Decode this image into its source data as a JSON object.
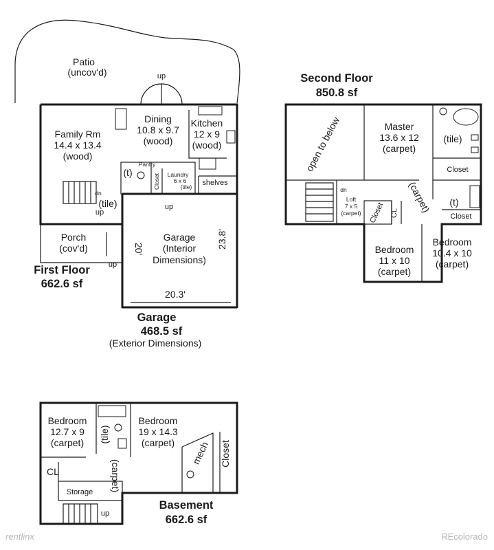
{
  "first_floor": {
    "title": "First Floor",
    "area": "662.6 sf",
    "patio": {
      "name": "Patio",
      "note": "(uncov'd)",
      "up": "up"
    },
    "family": {
      "name": "Family Rm",
      "dims": "14.4 x 13.4",
      "material": "(wood)"
    },
    "dining": {
      "name": "Dining",
      "dims": "10.8 x 9.7",
      "material": "(wood)"
    },
    "kitchen": {
      "name": "Kitchen",
      "dims": "12 x 9",
      "material": "(wood)"
    },
    "pantry": "Pantry",
    "t_mark": "(t)",
    "closet": "Closet",
    "laundry": {
      "name": "Laundry",
      "dims": "6 x 6",
      "material": "(tile)"
    },
    "shelves": "shelves",
    "tile_hall": "(tile)",
    "dn": "dn",
    "up_stair": "up",
    "porch": {
      "name": "Porch",
      "note": "(cov'd)",
      "up": "up"
    },
    "up_laundry": "up"
  },
  "garage": {
    "title": "Garage",
    "area": "468.5 sf",
    "note": "(Exterior Dimensions)",
    "name": "Garage",
    "interior1": "(Interior",
    "interior2": "Dimensions)",
    "width": "20.3'",
    "depth_left": "20'",
    "depth_right": "23.8'"
  },
  "second_floor": {
    "title": "Second Floor",
    "area": "850.8 sf",
    "open": "open to below",
    "master": {
      "name": "Master",
      "dims": "13.6 x 12",
      "material": "(carpet)"
    },
    "bath_tile": "(tile)",
    "closet_top": "Closet",
    "closet_right": "Closet",
    "t_mark": "(t)",
    "hall": "(carpet)",
    "loft": {
      "name": "Loft",
      "dims": "7 x 5",
      "material": "(carpet)"
    },
    "dn": "dn",
    "closet_left": "Closet",
    "cl": "CL",
    "bed_a": {
      "name": "Bedroom",
      "dims": "11 x 10",
      "material": "(carpet)"
    },
    "bed_b": {
      "name": "Bedroom",
      "dims": "10.4 x 10",
      "material": "(carpet)"
    }
  },
  "basement": {
    "title": "Basement",
    "area": "662.6 sf",
    "bed1": {
      "name": "Bedroom",
      "dims": "12.7 x 9",
      "material": "(carpet)"
    },
    "bed2": {
      "name": "Bedroom",
      "dims": "19 x 14.3",
      "material": "(carpet)"
    },
    "tile": "(tile)",
    "carpet": "(carpet)",
    "cl": "CL",
    "storage": "Storage",
    "mech": "mech",
    "closet": "Closet",
    "up": "up"
  },
  "watermarks": {
    "left": "rentlinx",
    "right": "REcolorado"
  },
  "colors": {
    "wall": "#1a1a1a",
    "watermark": "#b7b7b7",
    "background": "#ffffff"
  }
}
